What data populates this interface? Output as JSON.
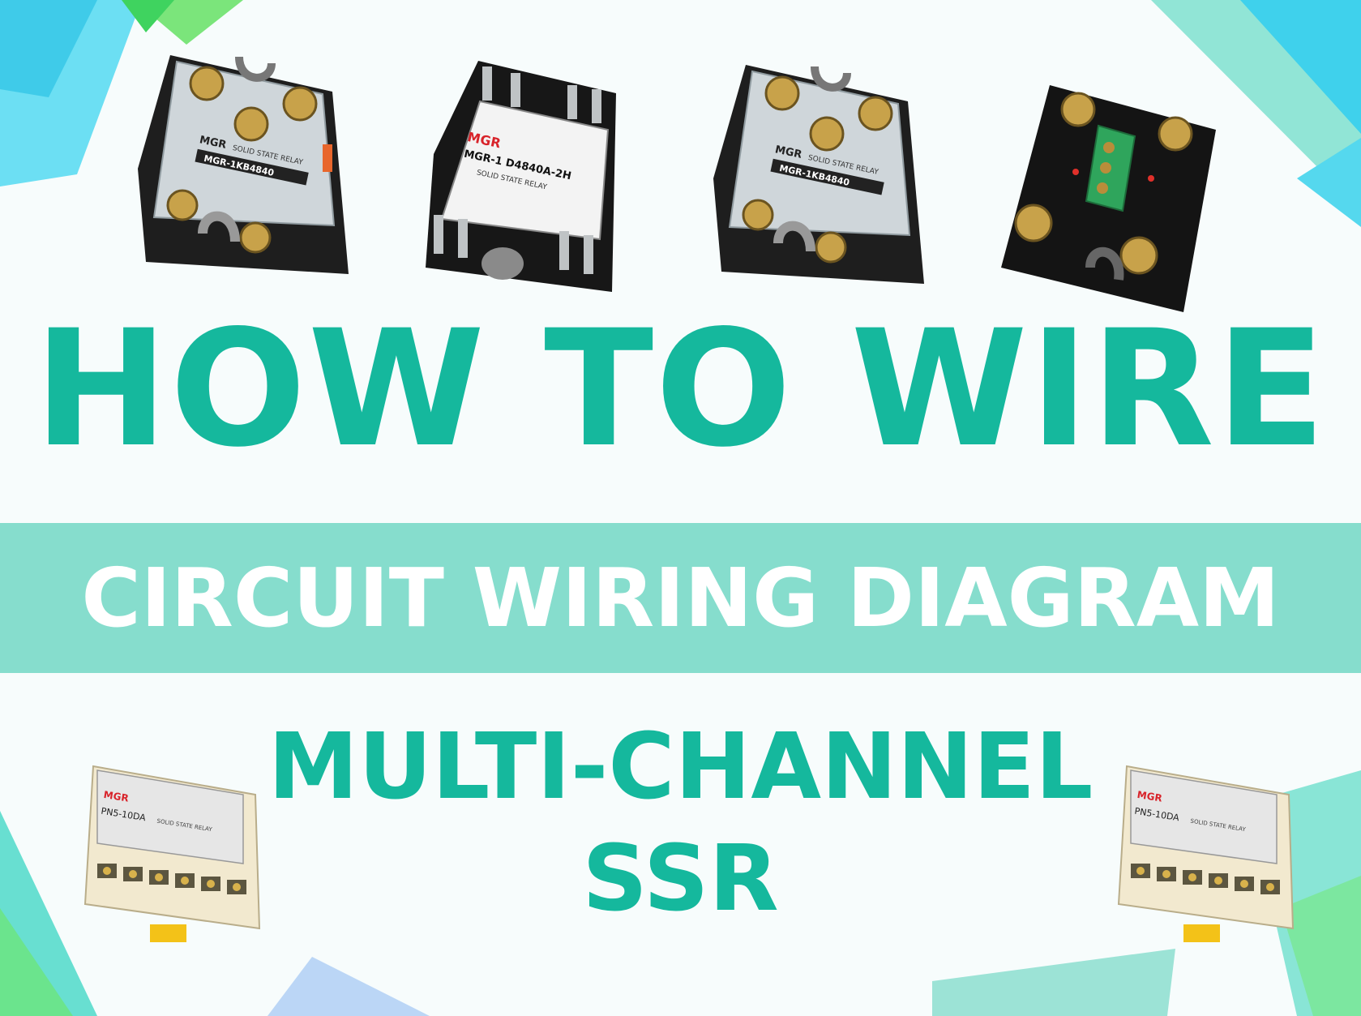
{
  "headline": "HOW TO WIRE",
  "banner": "CIRCUIT WIRING DIAGRAM",
  "subheadline_line1": "MULTI-CHANNEL",
  "subheadline_line2": "SSR",
  "relays": [
    {
      "brand": "MGR",
      "model": "MGR-1KB4840",
      "desc": "SOLID STATE RELAY"
    },
    {
      "brand": "MGR",
      "model": "MGR-1 D4840A-2H",
      "desc": "SOLID STATE RELAY"
    },
    {
      "brand": "MGR",
      "model": "MGR-1KB4840",
      "desc": "SOLID STATE RELAY"
    },
    {
      "brand": "",
      "model": "",
      "desc": ""
    },
    {
      "brand": "MGR",
      "model": "PN5-10DA",
      "desc": "SOLID STATE RELAY"
    },
    {
      "brand": "MGR",
      "model": "PN5-10DA",
      "desc": "SOLID STATE RELAY"
    }
  ],
  "colors": {
    "headline": "#15b89d",
    "banner_bg": "#86ddcd",
    "banner_text": "#ffffff"
  }
}
